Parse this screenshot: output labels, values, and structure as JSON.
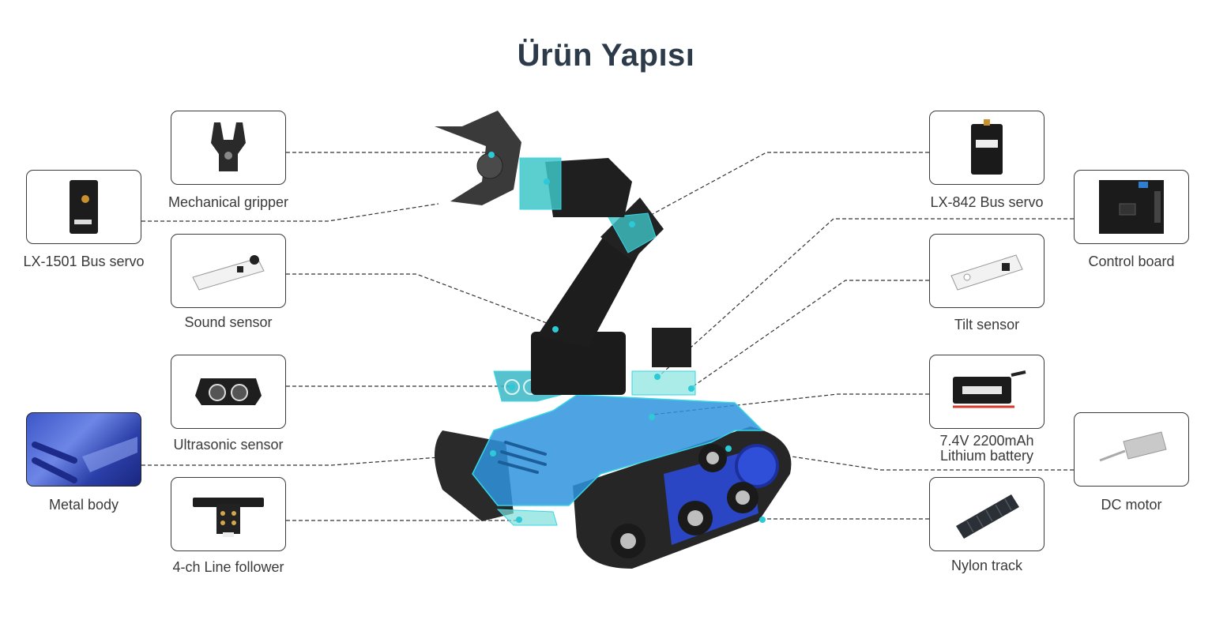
{
  "title": "Ürün Yapısı",
  "components": [
    {
      "id": "mechanical-gripper",
      "label": "Mechanical gripper",
      "side": "left"
    },
    {
      "id": "lx-1501-bus-servo",
      "label": "LX-1501 Bus servo",
      "side": "left"
    },
    {
      "id": "sound-sensor",
      "label": "Sound sensor",
      "side": "left"
    },
    {
      "id": "ultrasonic-sensor",
      "label": "Ultrasonic sensor",
      "side": "left"
    },
    {
      "id": "metal-body",
      "label": "Metal body",
      "side": "left"
    },
    {
      "id": "line-follower",
      "label": "4-ch Line follower",
      "side": "left"
    },
    {
      "id": "lx-842-bus-servo",
      "label": "LX-842 Bus servo",
      "side": "right"
    },
    {
      "id": "control-board",
      "label": "Control board",
      "side": "right"
    },
    {
      "id": "tilt-sensor",
      "label": "Tilt sensor",
      "side": "right"
    },
    {
      "id": "lithium-battery",
      "label_line1": "7.4V 2200mAh",
      "label_line2": "Lithium battery",
      "side": "right"
    },
    {
      "id": "dc-motor",
      "label": "DC motor",
      "side": "right"
    },
    {
      "id": "nylon-track",
      "label": "Nylon track",
      "side": "right"
    }
  ],
  "colors": {
    "title": "#2c3a4a",
    "highlight": "#2ec9d6",
    "chassis_blue": "#2f8fd8",
    "line": "#333333"
  }
}
